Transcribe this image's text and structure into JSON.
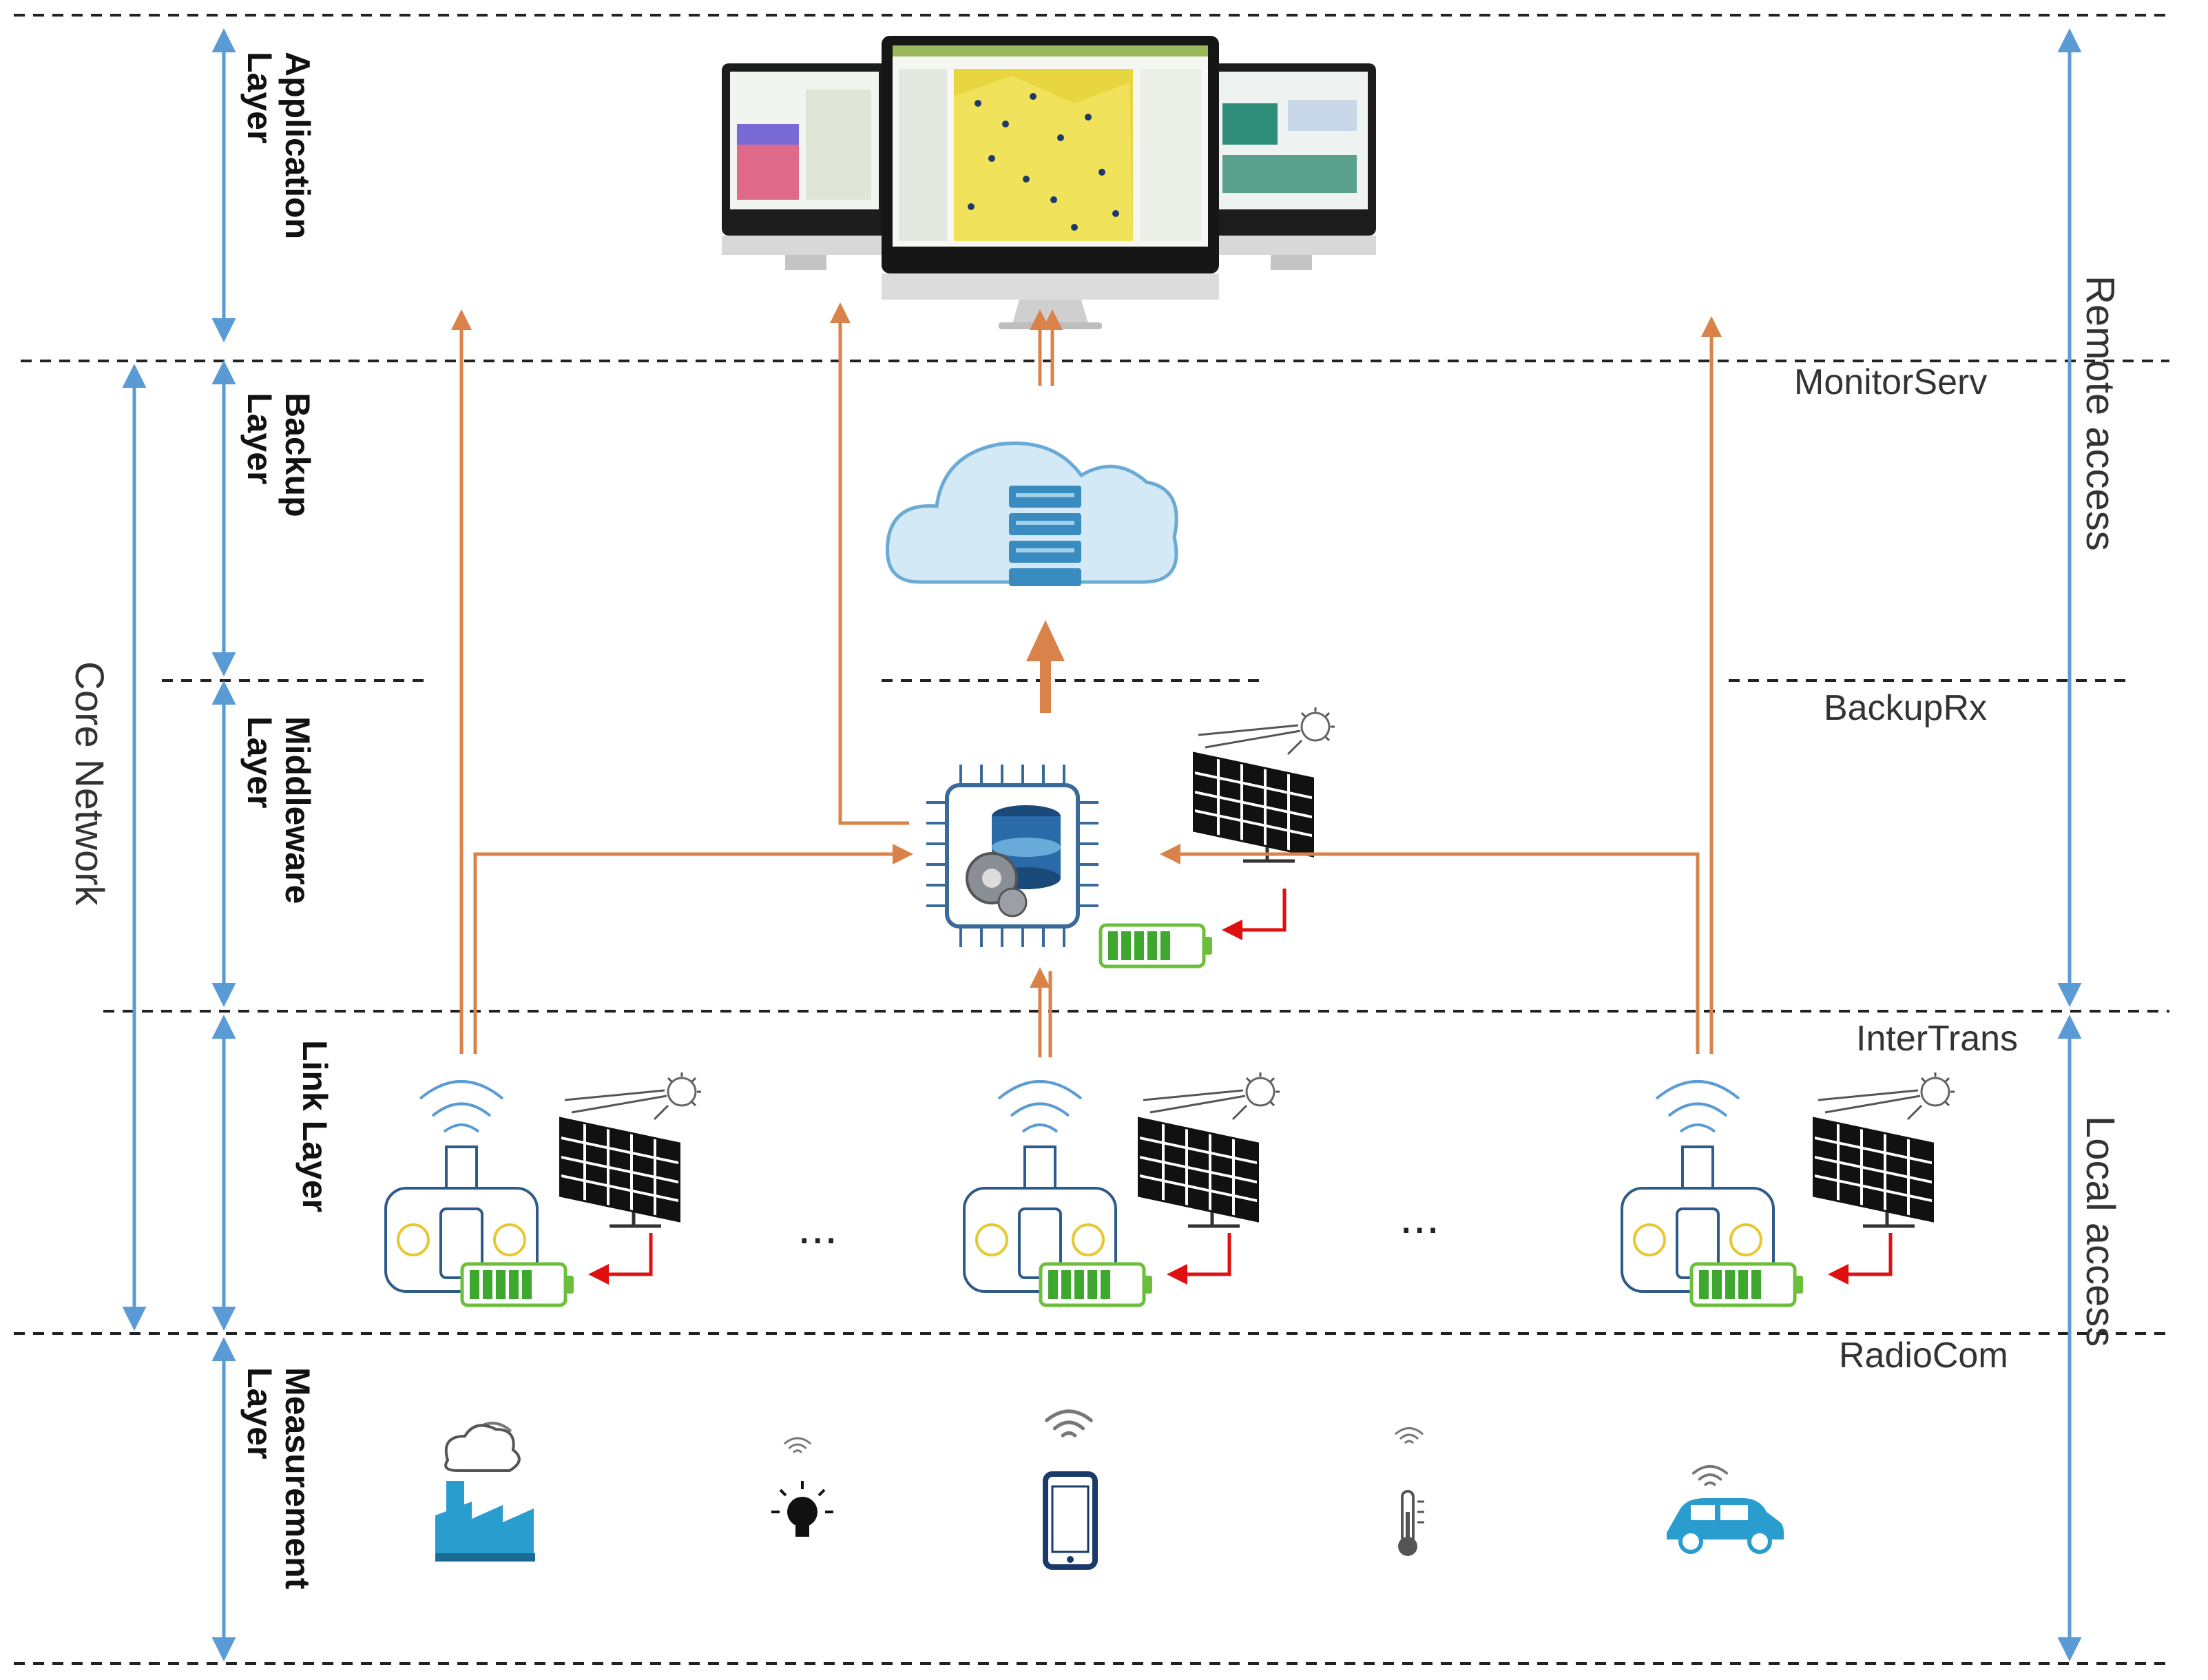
{
  "layers": {
    "application": {
      "line1": "Application",
      "line2": "Layer"
    },
    "backup": {
      "line1": "Backup",
      "line2": "Layer"
    },
    "middleware": {
      "line1": "Middleware",
      "line2": "Layer"
    },
    "link": {
      "line1": "Link Layer"
    },
    "measurement": {
      "line1": "Measurement",
      "line2": "Layer"
    }
  },
  "side_labels": {
    "core_network": "Core Network",
    "remote_access": "Remote access",
    "local_access": "Local access"
  },
  "protocols": {
    "monitor": "MonitorServ",
    "backup": "BackupRx",
    "inter": "InterTrans",
    "radio": "RadioCom"
  },
  "ellipsis": "...",
  "icons": [
    "monitors-icon",
    "cloud-database-icon",
    "processor-chip-icon",
    "solar-panel-icon",
    "battery-icon",
    "gateway-node-icon",
    "factory-icon",
    "lightbulb-icon",
    "smartphone-icon",
    "thermometer-icon",
    "car-icon"
  ],
  "colors": {
    "flow_arrow": "#d9834a",
    "layer_arrow": "#5b9bd5",
    "charge_arrow": "#e01010",
    "battery_green": "#6cbf3a",
    "node_outline": "#2f5b8a",
    "node_dot": "#e8c830"
  }
}
